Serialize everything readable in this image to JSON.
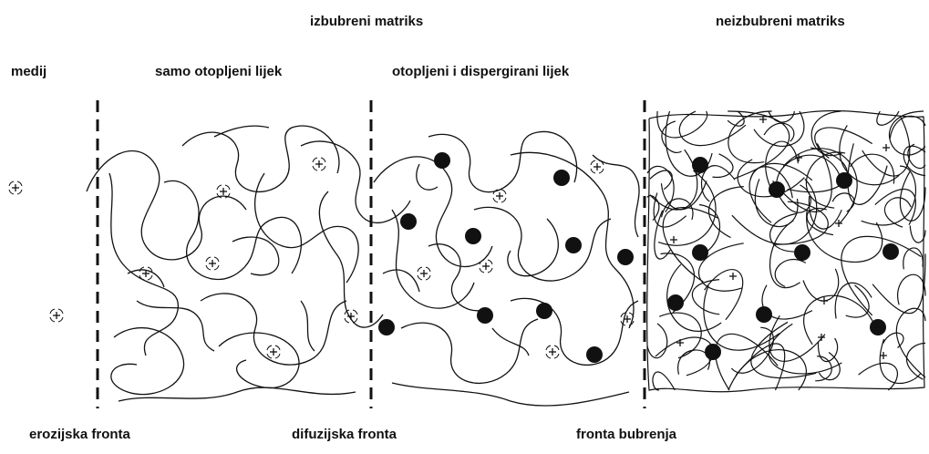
{
  "labels": {
    "swollen_matrix": "izbubreni matriks",
    "unswollen_matrix": "neizbubreni matriks",
    "medium": "medij",
    "dissolved_drug_only": "samo otopljeni lijek",
    "dissolved_dispersed_drug": "otopljeni i dispergirani lijek",
    "erosion_front": "erozijska fronta",
    "diffusion_front": "difuzijska fronta",
    "swelling_front": "fronta bubrenja"
  },
  "colors": {
    "ink": "#111111",
    "background": "#ffffff"
  },
  "legend_symbols": {
    "dissolved_drug": "dissolved-drug-marker",
    "dispersed_drug": "solid-drug-particle"
  }
}
